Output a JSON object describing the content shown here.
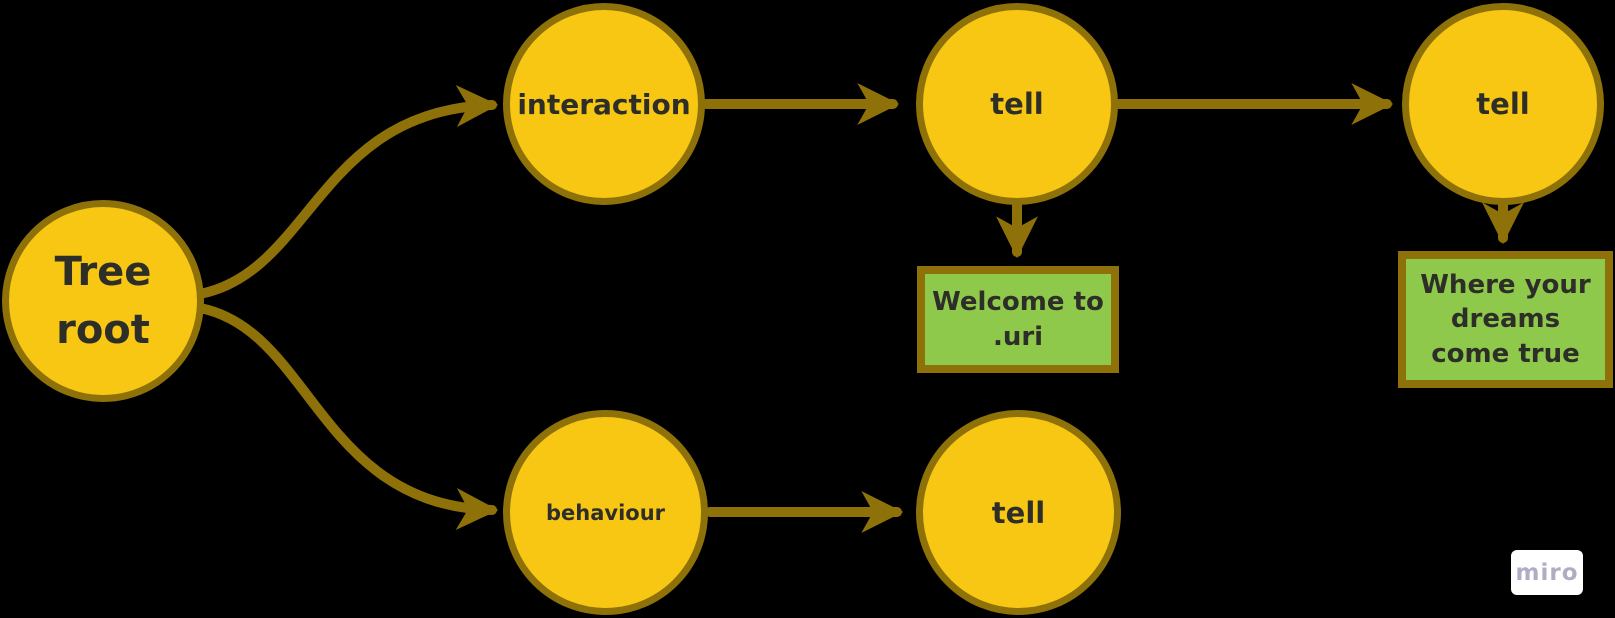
{
  "diagram": {
    "type": "behaviour-tree-mindmap",
    "nodes": {
      "tree_root": {
        "label": "Tree root",
        "shape": "circle"
      },
      "interaction": {
        "label": "interaction",
        "shape": "circle"
      },
      "tell_top": {
        "label": "tell",
        "shape": "circle"
      },
      "tell_right": {
        "label": "tell",
        "shape": "circle"
      },
      "behaviour": {
        "label": "behaviour",
        "shape": "circle"
      },
      "tell_bottom": {
        "label": "tell",
        "shape": "circle"
      }
    },
    "notes": {
      "welcome": {
        "text": "Welcome to .uri",
        "shape": "rectangle"
      },
      "dreams": {
        "text": "Where your dreams come true",
        "shape": "rectangle"
      }
    },
    "edges": [
      {
        "from": "tree_root",
        "to": "interaction",
        "style": "curved-arrow"
      },
      {
        "from": "tree_root",
        "to": "behaviour",
        "style": "curved-arrow"
      },
      {
        "from": "interaction",
        "to": "tell_top",
        "style": "straight-arrow"
      },
      {
        "from": "tell_top",
        "to": "tell_right",
        "style": "straight-arrow"
      },
      {
        "from": "tell_top",
        "to": "welcome",
        "style": "straight-arrow"
      },
      {
        "from": "tell_right",
        "to": "dreams",
        "style": "straight-arrow"
      },
      {
        "from": "behaviour",
        "to": "tell_bottom",
        "style": "straight-arrow"
      }
    ]
  },
  "watermark": {
    "label": "miro"
  },
  "palette": {
    "background": "#000000",
    "node_fill": "#F7C713",
    "stroke_and_border": "#8E7209",
    "note_fill": "#8FC94C",
    "text": "#2E2E28",
    "watermark_bg": "#FFFFFF",
    "watermark_text": "#B0ACC2"
  }
}
